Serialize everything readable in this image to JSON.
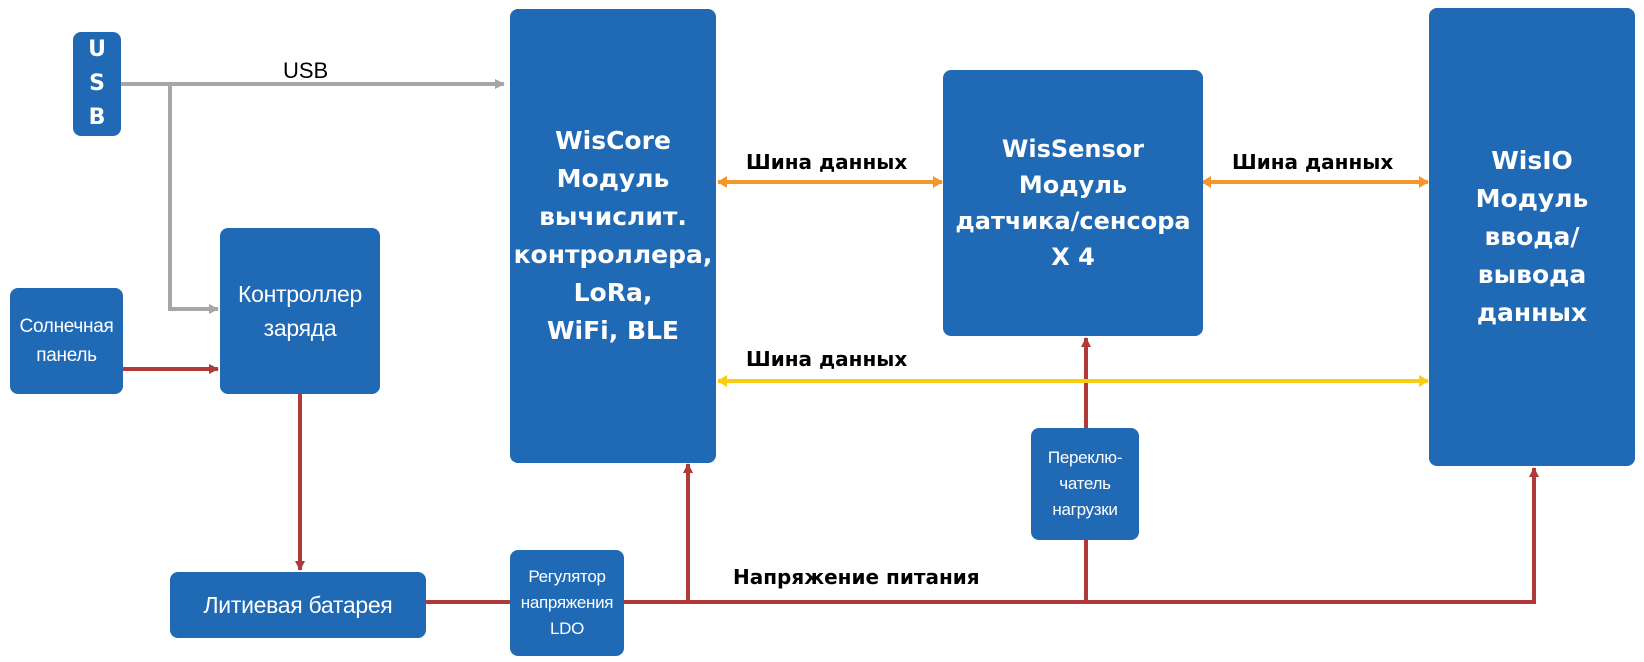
{
  "colors": {
    "box": "#1f69b5",
    "box_text": "#ffffff",
    "usb_line": "#a6a6a6",
    "power_line": "#b03a3a",
    "bus_orange": "#f5962a",
    "bus_yellow": "#f9cd12",
    "label_text": "#000000"
  },
  "blocks": {
    "usb": "U\nS\nB",
    "solar_panel": "Солнечная\nпанель",
    "charge_controller": "Контроллер\nзаряда",
    "lithium_battery": "Литиевая батарея",
    "ldo_regulator": "Регулятор\nнапряжения\nLDO",
    "wiscore": "WisCore\nМодуль\nвычислит.\nконтроллера,\nLoRa,\nWiFi, BLE",
    "wissensor": "WisSensor\nМодуль\nдатчика/сенсора\nX 4",
    "load_switch": "Переклю-\nчатель\nнагрузки",
    "wisio": "WisIO\nМодуль\nввода/\nвывода\nданных"
  },
  "connections": [
    {
      "from": "usb",
      "to": "wiscore",
      "type": "usb",
      "label": "USB"
    },
    {
      "from": "usb",
      "to": "charge_controller",
      "type": "usb",
      "label": ""
    },
    {
      "from": "solar_panel",
      "to": "charge_controller",
      "type": "power",
      "label": ""
    },
    {
      "from": "charge_controller",
      "to": "lithium_battery",
      "type": "power",
      "label": ""
    },
    {
      "from": "lithium_battery",
      "to": "ldo_regulator",
      "type": "power",
      "label": ""
    },
    {
      "from": "ldo_regulator",
      "to": "wiscore",
      "type": "power",
      "label": "Напряжение питания"
    },
    {
      "from": "ldo_regulator",
      "to": "load_switch",
      "type": "power",
      "label": ""
    },
    {
      "from": "load_switch",
      "to": "wissensor",
      "type": "power",
      "label": ""
    },
    {
      "from": "ldo_regulator",
      "to": "wisio",
      "type": "power",
      "label": ""
    },
    {
      "from": "wiscore",
      "to": "wissensor",
      "type": "bus-orange",
      "label": "Шина данных",
      "bidirectional": true
    },
    {
      "from": "wissensor",
      "to": "wisio",
      "type": "bus-orange",
      "label": "Шина данных",
      "bidirectional": true
    },
    {
      "from": "wiscore",
      "to": "wisio",
      "type": "bus-yellow",
      "label": "Шина данных",
      "bidirectional": true
    }
  ],
  "labels": {
    "usb_line": "USB",
    "bus_core_sensor": "Шина данных",
    "bus_sensor_io": "Шина данных",
    "bus_core_io": "Шина данных",
    "power_supply": "Напряжение питания"
  }
}
